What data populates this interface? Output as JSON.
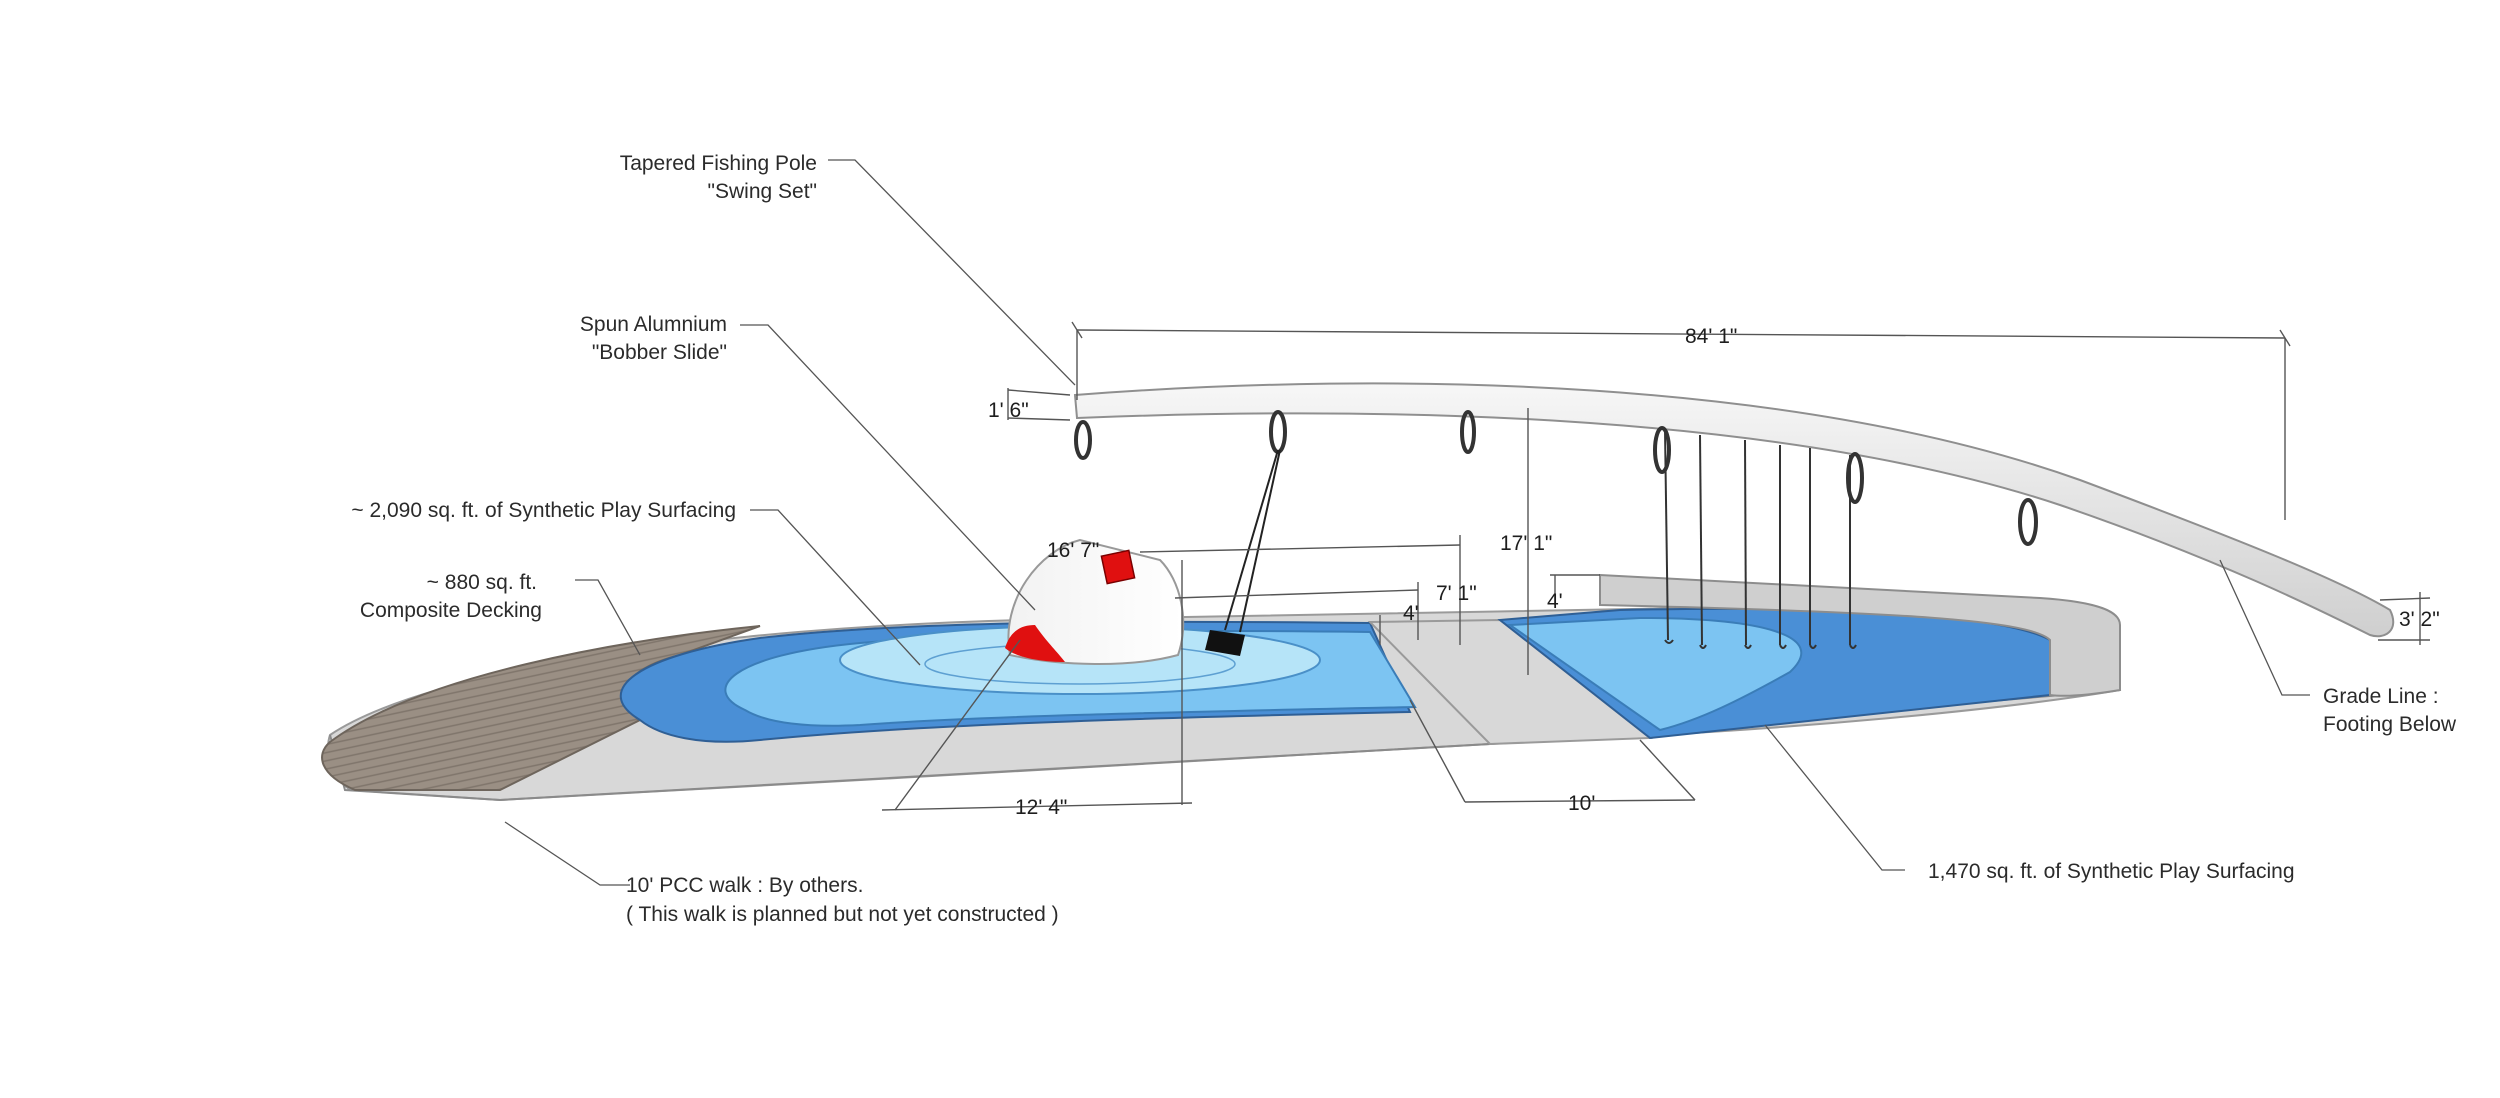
{
  "colors": {
    "water_dark": "#4a8fd6",
    "water_mid": "#7cc4f2",
    "water_light": "#b6e4f8",
    "decking": "#9a8f84",
    "concrete": "#d8d8d8",
    "bobber_red": "#e01010",
    "leader": "#555555"
  },
  "labels": {
    "fishing_pole_1": "Tapered Fishing Pole",
    "fishing_pole_2": "\"Swing Set\"",
    "bobber_1": "Spun Alumnium",
    "bobber_2": "\"Bobber Slide\"",
    "surfacing_left": "~ 2,090 sq. ft. of Synthetic Play Surfacing",
    "decking_1": "~ 880 sq. ft.",
    "decking_2": "Composite Decking",
    "walk_1": "10' PCC walk : By others.",
    "walk_2": "( This walk is planned but not yet constructed )",
    "surfacing_right": "1,470 sq. ft. of Synthetic Play Surfacing",
    "grade_1": "Grade Line :",
    "grade_2": "Footing Below"
  },
  "dimensions": {
    "pole_length": "84' 1\"",
    "pole_thickness": "1' 6\"",
    "pole_height": "17' 1\"",
    "bobber_height": "16' 7\"",
    "bobber_slide_height": "7' 1\"",
    "platform_height_left": "4'",
    "platform_height_right": "4'",
    "bobber_width": "12' 4\"",
    "walk_width": "10'",
    "pole_end": "3' 2\""
  }
}
